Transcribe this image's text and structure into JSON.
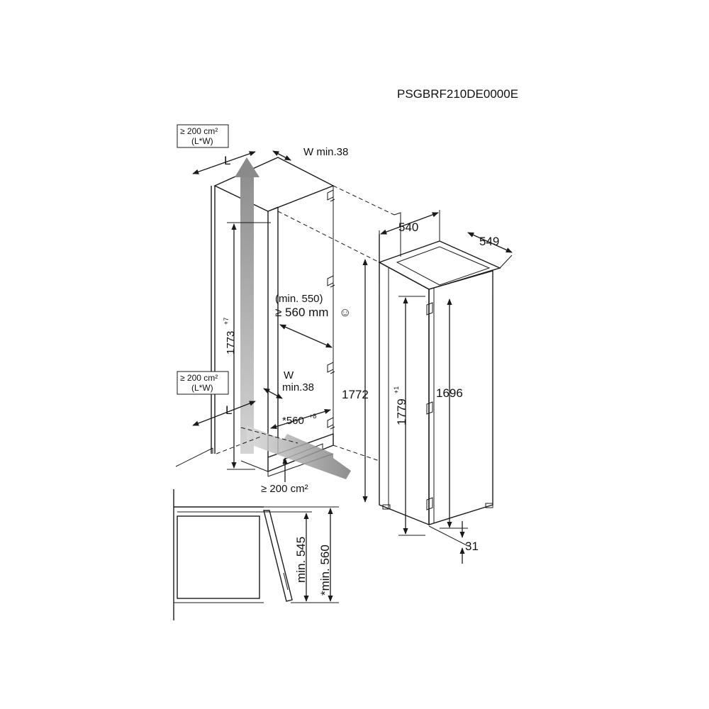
{
  "model_code": "PSGBRF210DE0000E",
  "vent_top": {
    "line1": "≥ 200 cm²",
    "line2": "(L*W)",
    "L": "L",
    "W": "W min.38"
  },
  "vent_mid": {
    "line1": "≥ 200 cm²",
    "line2": "(L*W)",
    "L": "L",
    "W": "W",
    "W2": "min.38"
  },
  "vent_bottom": "≥ 200 cm²",
  "dims": {
    "niche_height": "1773",
    "niche_height_tol": "+7",
    "niche_width": "*560",
    "niche_width_tol": "+8",
    "depth_note": "(min. 550)",
    "depth_main": "≥ 560 mm",
    "smiley": "☺",
    "unit_width": "540",
    "unit_depth": "549",
    "niche_height_2": "1772",
    "unit_height": "1779",
    "unit_height_tol": "+1",
    "door_height": "1696",
    "bottom_gap": "31"
  },
  "detail": {
    "min_545": "min. 545",
    "min_560": "*min. 560"
  },
  "colors": {
    "line": "#1a1a1a",
    "airflow": "#9a9a9a",
    "background": "#ffffff"
  }
}
